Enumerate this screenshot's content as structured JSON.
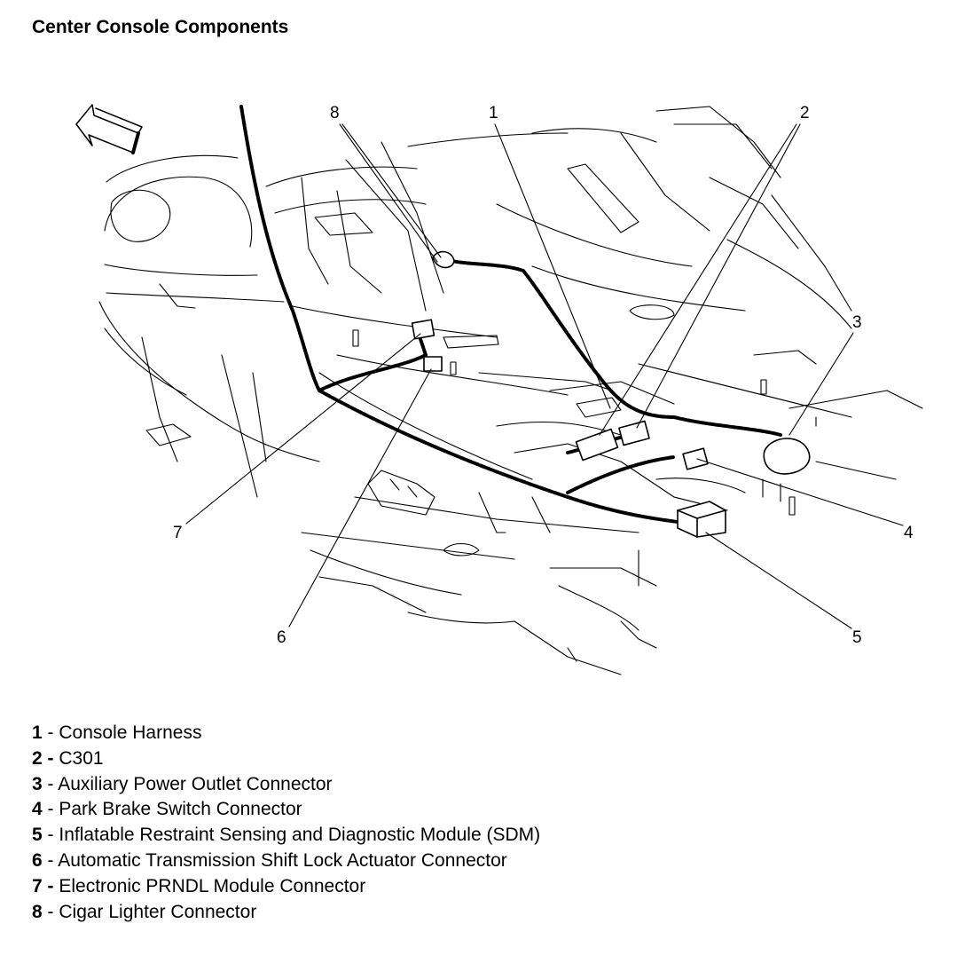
{
  "title": "Center Console Components",
  "callouts": [
    {
      "num": "1"
    },
    {
      "num": "2"
    },
    {
      "num": "3"
    },
    {
      "num": "4"
    },
    {
      "num": "5"
    },
    {
      "num": "6"
    },
    {
      "num": "7"
    },
    {
      "num": "8"
    }
  ],
  "legend": [
    {
      "num": "1",
      "sep": " - ",
      "text": "Console Harness"
    },
    {
      "num": "2 -",
      "sep": " ",
      "text": "C301"
    },
    {
      "num": "3",
      "sep": " - ",
      "text": "Auxiliary Power Outlet Connector"
    },
    {
      "num": "4",
      "sep": " - ",
      "text": "Park Brake Switch Connector"
    },
    {
      "num": "5",
      "sep": " - ",
      "text": "Inflatable Restraint Sensing and Diagnostic Module (SDM)"
    },
    {
      "num": "6",
      "sep": " - ",
      "text": "Automatic Transmission Shift Lock Actuator Connector"
    },
    {
      "num": "7 -",
      "sep": " ",
      "text": "Electronic PRNDL Module Connector"
    },
    {
      "num": "8",
      "sep": " - ",
      "text": "Cigar Lighter Connector"
    }
  ]
}
